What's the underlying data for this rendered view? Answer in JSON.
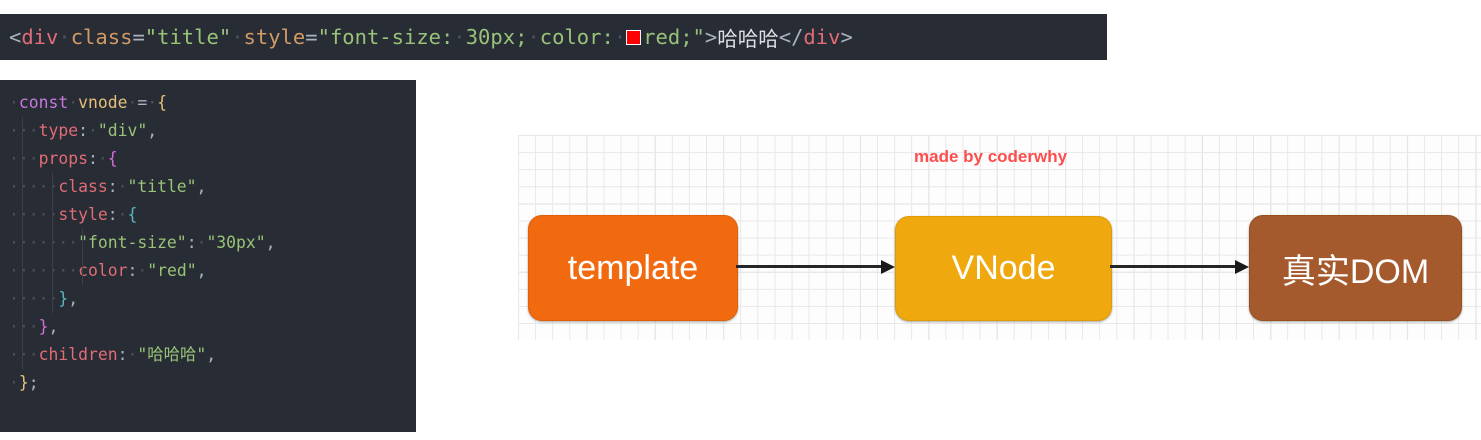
{
  "html_snippet": {
    "open_angle": "<",
    "tag_open": "div",
    "space1": "·",
    "attr_class": "class",
    "eq1": "=",
    "val_class": "\"title\"",
    "space2": "·",
    "attr_style": "style",
    "eq2": "=",
    "style_open_quote": "\"",
    "style_font": "font-size:",
    "space3": "·",
    "style_font_val": "30px;",
    "space4": "·",
    "style_color": "color:",
    "space5": "·",
    "swatch_color": "#ff0000",
    "style_color_val": "red;",
    "style_close_quote": "\"",
    "close_angle_1": ">",
    "text_node": "哈哈哈",
    "close_open": "</",
    "tag_close": "div",
    "close_angle_2": ">"
  },
  "code": {
    "lines": [
      {
        "id": "l1",
        "text": "const vnode = {"
      },
      {
        "id": "l2",
        "text": "  type: \"div\","
      },
      {
        "id": "l3",
        "text": "  props: {"
      },
      {
        "id": "l4",
        "text": "    class: \"title\","
      },
      {
        "id": "l5",
        "text": "    style: {"
      },
      {
        "id": "l6",
        "text": "      \"font-size\": \"30px\","
      },
      {
        "id": "l7",
        "text": "      color: \"red\","
      },
      {
        "id": "l8",
        "text": "    },"
      },
      {
        "id": "l9",
        "text": "  },"
      },
      {
        "id": "l10",
        "text": "  children: \"哈哈哈\","
      },
      {
        "id": "l11",
        "text": "};"
      }
    ],
    "tokens": {
      "kw_const": "const",
      "var_vnode": "vnode",
      "op_assign": "=",
      "key_type": "type",
      "val_div": "\"div\"",
      "key_props": "props",
      "key_class": "class",
      "val_title": "\"title\"",
      "key_style": "style",
      "key_font_size": "\"font-size\"",
      "val_30px": "\"30px\"",
      "key_color": "color",
      "val_red": "\"red\"",
      "key_children": "children",
      "val_hahaha": "\"哈哈哈\"",
      "brace_open": "{",
      "brace_close": "}",
      "comma": ",",
      "colon": ":",
      "semicolon": ";",
      "dot": "·"
    }
  },
  "diagram": {
    "watermark": "made by coderwhy",
    "watermark_color": "#ff4d4d",
    "nodes": [
      {
        "id": "template",
        "label": "template",
        "color": "#f26a0f"
      },
      {
        "id": "vnode",
        "label": "VNode",
        "color": "#efa80e"
      },
      {
        "id": "realdom",
        "label": "真实DOM",
        "color": "#a55a2d"
      }
    ],
    "arrows": [
      {
        "id": "arrow-1",
        "from": "template",
        "to": "vnode"
      },
      {
        "id": "arrow-2",
        "from": "vnode",
        "to": "realdom"
      }
    ]
  }
}
